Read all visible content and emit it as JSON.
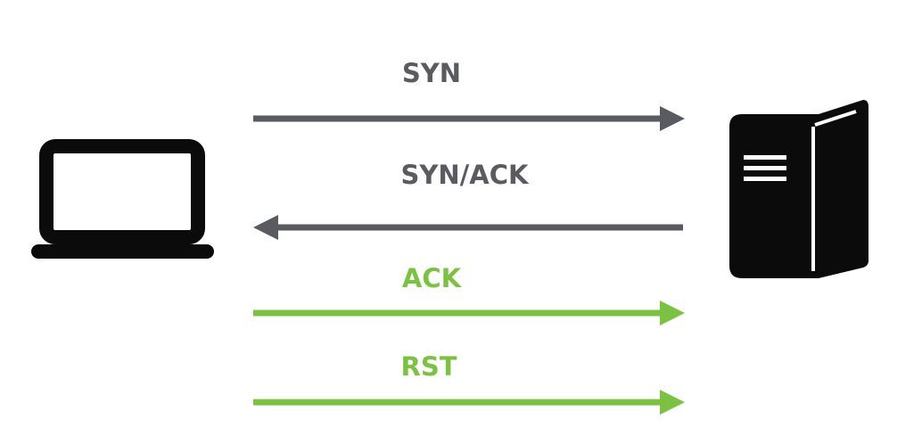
{
  "diagram": {
    "colors": {
      "request": "#595b60",
      "response": "#7cc242",
      "device": "#0b0b0b"
    },
    "client": {
      "icon": "laptop-icon"
    },
    "server": {
      "icon": "server-tower-icon"
    },
    "messages": [
      {
        "label": "SYN",
        "direction": "client-to-server",
        "color": "request"
      },
      {
        "label": "SYN/ACK",
        "direction": "server-to-client",
        "color": "request"
      },
      {
        "label": "ACK",
        "direction": "client-to-server",
        "color": "response"
      },
      {
        "label": "RST",
        "direction": "client-to-server",
        "color": "response"
      }
    ]
  }
}
